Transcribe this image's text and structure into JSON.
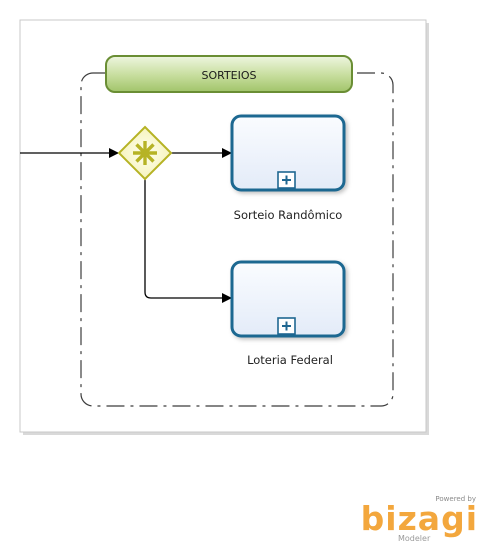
{
  "group": {
    "title": "SORTEIOS"
  },
  "tasks": [
    {
      "label": "Sorteio Randômico"
    },
    {
      "label": "Loteria Federal"
    }
  ],
  "watermark": {
    "powered_by": "Powered by",
    "brand": "bizagi",
    "product": "Modeler"
  },
  "colors": {
    "group_fill_top": "#e9f3d6",
    "group_fill_bottom": "#a7c873",
    "group_stroke": "#6a8e34",
    "gateway_fill": "#fdfbd2",
    "gateway_stroke": "#b6b325",
    "task_stroke": "#1f6791",
    "task_fill": "#edf2fb",
    "brand_orange": "#f3a73d"
  },
  "icons": {
    "gateway": "complex-gateway-asterisk-icon",
    "subprocess": "collapsed-subprocess-plus-icon"
  }
}
